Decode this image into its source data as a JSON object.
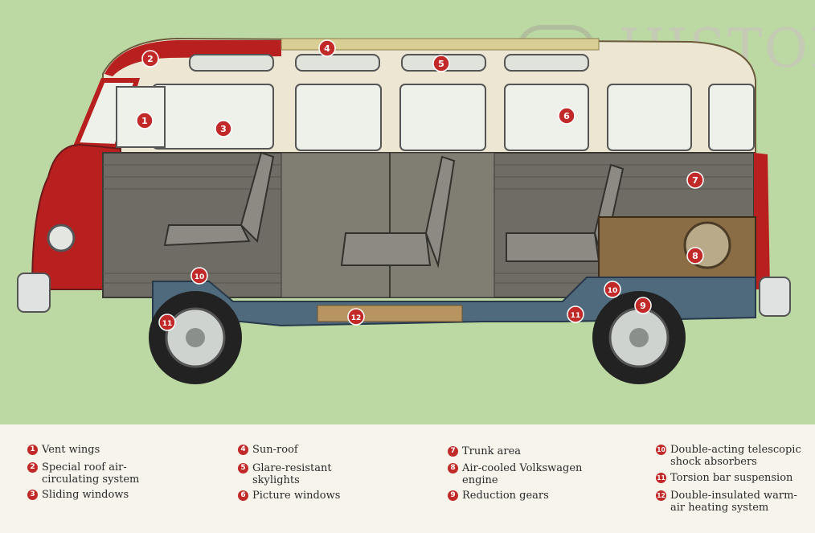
{
  "watermark": "HISTORY",
  "colors": {
    "background": "#bcd9a3",
    "legend_bg": "#f7f4ec",
    "marker": "#c22a2a",
    "body_red": "#b81f1f",
    "body_cream": "#ece6d2",
    "interior_gray": "#6e6c64",
    "frame_blue": "#4f6a7c"
  },
  "markers": [
    "1",
    "2",
    "3",
    "4",
    "5",
    "6",
    "7",
    "8",
    "9",
    "10",
    "11",
    "12"
  ],
  "legend": [
    {
      "num": "1",
      "text": "Vent wings"
    },
    {
      "num": "2",
      "text": "Special roof air-\ncirculating system"
    },
    {
      "num": "3",
      "text": "Sliding windows"
    },
    {
      "num": "4",
      "text": "Sun-roof"
    },
    {
      "num": "5",
      "text": "Glare-resistant\nskylights"
    },
    {
      "num": "6",
      "text": "Picture windows"
    },
    {
      "num": "7",
      "text": "Trunk area"
    },
    {
      "num": "8",
      "text": "Air-cooled Volkswagen\nengine"
    },
    {
      "num": "9",
      "text": "Reduction gears"
    },
    {
      "num": "10",
      "text": "Double-acting telescopic\nshock absorbers"
    },
    {
      "num": "11",
      "text": "Torsion bar suspension"
    },
    {
      "num": "12",
      "text": "Double-insulated warm-\nair heating system"
    }
  ]
}
